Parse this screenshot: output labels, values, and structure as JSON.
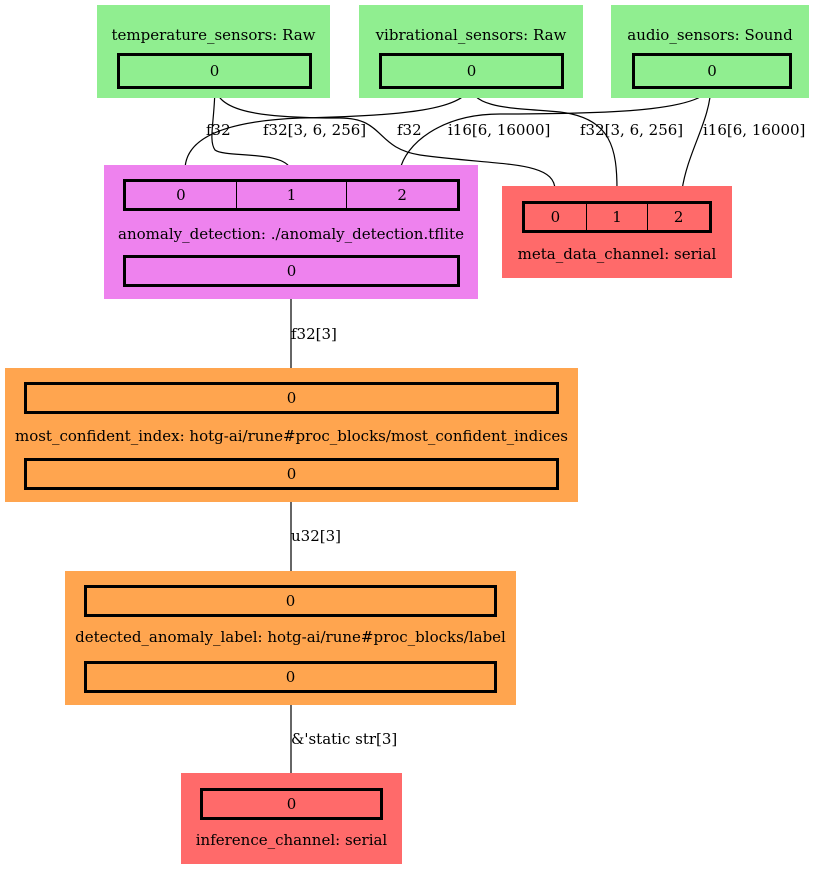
{
  "colors": {
    "source": "#90ee90",
    "model": "#ee82ee",
    "proc_block": "#ffa54f",
    "sink": "#ff6a6a"
  },
  "nodes": {
    "temperature_sensors": {
      "title": "temperature_sensors: Raw",
      "outputs": [
        "0"
      ]
    },
    "vibrational_sensors": {
      "title": "vibrational_sensors: Raw",
      "outputs": [
        "0"
      ]
    },
    "audio_sensors": {
      "title": "audio_sensors: Sound",
      "outputs": [
        "0"
      ]
    },
    "anomaly_detection": {
      "title": "anomaly_detection: ./anomaly_detection.tflite",
      "inputs": [
        "0",
        "1",
        "2"
      ],
      "outputs": [
        "0"
      ]
    },
    "meta_data_channel": {
      "title": "meta_data_channel: serial",
      "inputs": [
        "0",
        "1",
        "2"
      ]
    },
    "most_confident_index": {
      "title": "most_confident_index: hotg-ai/rune#proc_blocks/most_confident_indices",
      "inputs": [
        "0"
      ],
      "outputs": [
        "0"
      ]
    },
    "detected_anomaly_label": {
      "title": "detected_anomaly_label: hotg-ai/rune#proc_blocks/label",
      "inputs": [
        "0"
      ],
      "outputs": [
        "0"
      ]
    },
    "inference_channel": {
      "title": "inference_channel: serial",
      "inputs": [
        "0"
      ]
    }
  },
  "edges": [
    {
      "from": "temperature_sensors.0",
      "to": "anomaly_detection.1",
      "label": "f32"
    },
    {
      "from": "vibrational_sensors.0",
      "to": "anomaly_detection.0",
      "label": "f32[3, 6, 256]"
    },
    {
      "from": "temperature_sensors.0",
      "to": "meta_data_channel.0",
      "label": "f32"
    },
    {
      "from": "audio_sensors.0",
      "to": "anomaly_detection.2",
      "label": "i16[6, 16000]"
    },
    {
      "from": "vibrational_sensors.0",
      "to": "meta_data_channel.1",
      "label": "f32[3, 6, 256]"
    },
    {
      "from": "audio_sensors.0",
      "to": "meta_data_channel.2",
      "label": "i16[6, 16000]"
    },
    {
      "from": "anomaly_detection.0",
      "to": "most_confident_index.0",
      "label": "f32[3]"
    },
    {
      "from": "most_confident_index.0",
      "to": "detected_anomaly_label.0",
      "label": "u32[3]"
    },
    {
      "from": "detected_anomaly_label.0",
      "to": "inference_channel.0",
      "label": "&'static str[3]"
    }
  ]
}
